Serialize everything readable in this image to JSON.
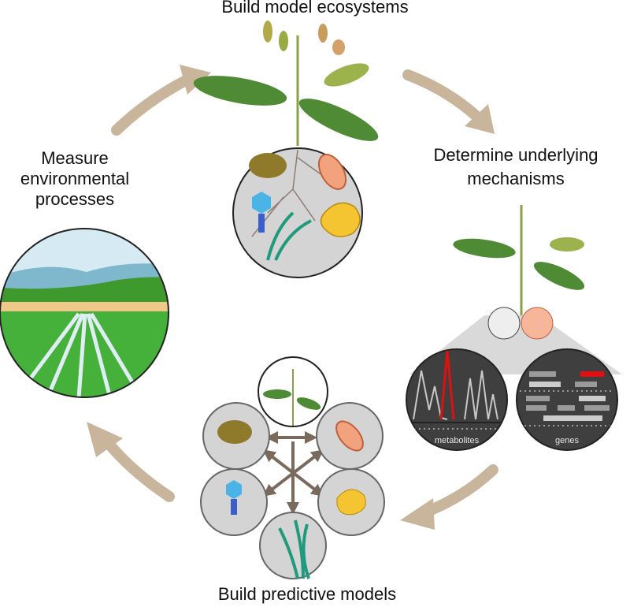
{
  "stages": {
    "build_model_ecosystems": "Build model ecosystems",
    "determine_mechanisms_line1": "Determine underlying",
    "determine_mechanisms_line2": "mechanisms",
    "build_predictive_models": "Build predictive models",
    "measure_line1": "Measure",
    "measure_line2": "environmental",
    "measure_line3": "processes"
  },
  "panels": {
    "metabolites_label": "metabolites",
    "genes_label": "genes"
  },
  "colors": {
    "cycle_arrow": "#c8b59c",
    "circle_fill": "#d4d4d4",
    "dark_panel": "#3f3f3f",
    "highlight_red": "#e01010",
    "interaction_arrow": "#7a6a5c"
  }
}
